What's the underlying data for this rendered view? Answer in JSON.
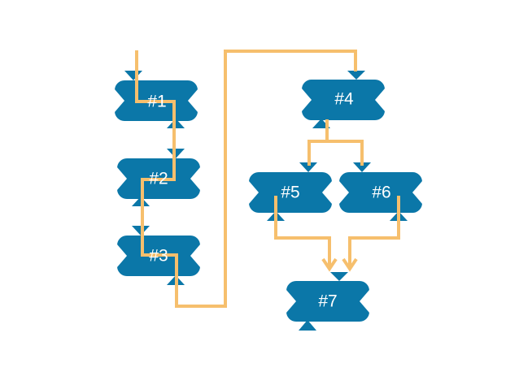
{
  "colors": {
    "node": "#0b77a8",
    "wire": "#f6bf6d",
    "background": "#ffffff"
  },
  "nodes": [
    {
      "id": "n1",
      "label": "#1"
    },
    {
      "id": "n2",
      "label": "#2"
    },
    {
      "id": "n3",
      "label": "#3"
    },
    {
      "id": "n4",
      "label": "#4"
    },
    {
      "id": "n5",
      "label": "#5"
    },
    {
      "id": "n6",
      "label": "#6"
    },
    {
      "id": "n7",
      "label": "#7"
    }
  ]
}
